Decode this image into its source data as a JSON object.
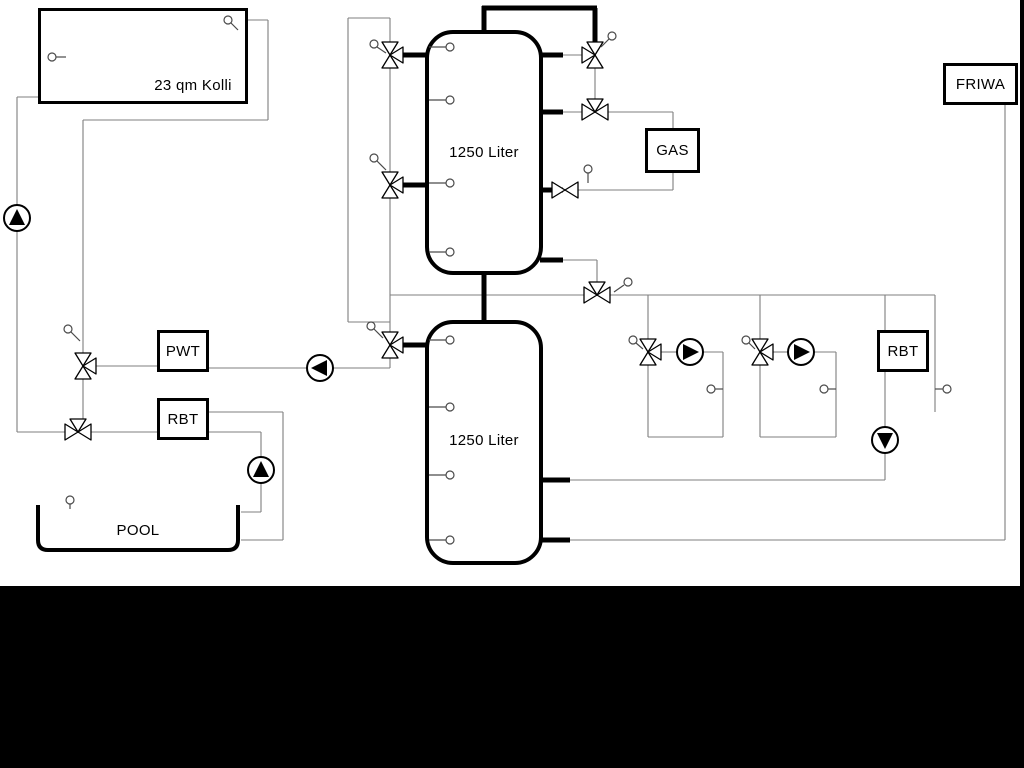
{
  "labels": {
    "collector": "23 qm Kolli",
    "tank_top": "1250 Liter",
    "tank_bottom": "1250 Liter",
    "pwt": "PWT",
    "rbt_left": "RBT",
    "rbt_right": "RBT",
    "gas": "GAS",
    "friwa": "FRIWA",
    "pool": "POOL"
  },
  "colors": {
    "background": "#ffffff",
    "letterbox": "#000000",
    "thin_line": "#7f7f7f",
    "thick_pipe": "#000000",
    "component_fill": "#ffffff"
  },
  "icons": {
    "pump": "circle-with-filled-triangle",
    "three_way_valve": "outlined-triangle-bowtie",
    "sensor": "small-circle-with-stem"
  }
}
